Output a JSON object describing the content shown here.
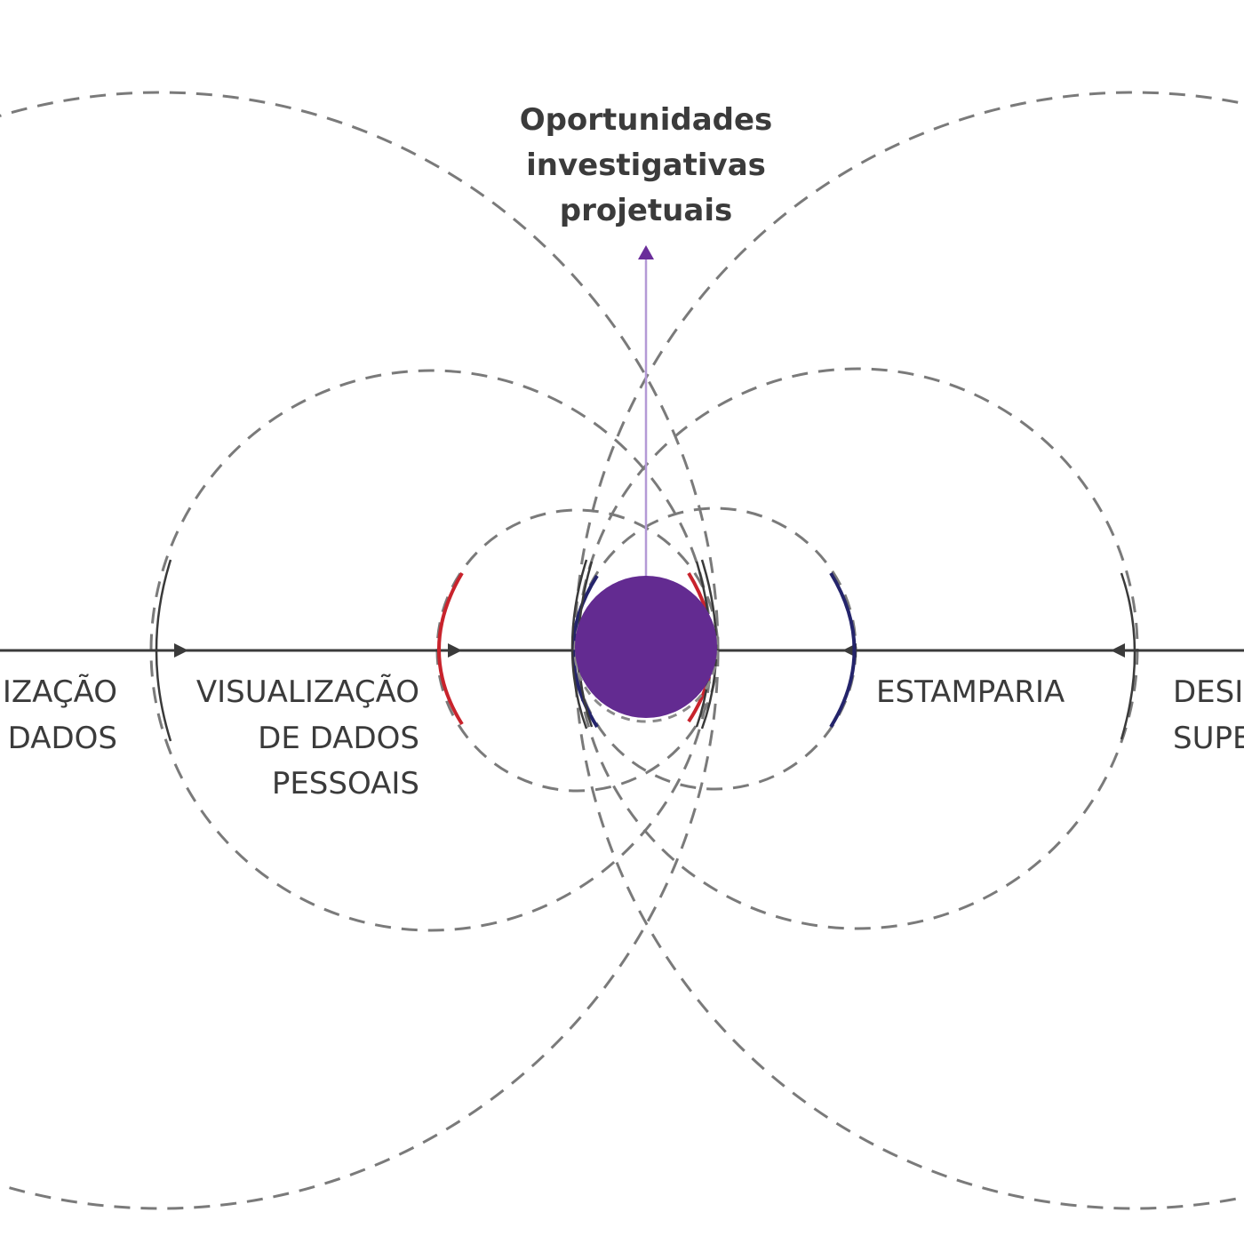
{
  "diagram": {
    "title_lines": [
      "Oportunidades",
      "investigativas",
      "projetuais"
    ],
    "labels": {
      "far_left": [
        "IZAÇÃO",
        "DADOS"
      ],
      "near_left": [
        "VISUALIZAÇÃO",
        "DE DADOS",
        "PESSOAIS"
      ],
      "near_right": [
        "ESTAMPARIA"
      ],
      "far_right": [
        "DESI",
        "SUPE"
      ]
    },
    "colors": {
      "core": "#632b91",
      "red_arc": "#c8232c",
      "navy_arc": "#24246b",
      "dashed": "#7a7a7a",
      "axis": "#3a3a3a",
      "up_arrow": "#b49ad6"
    }
  }
}
